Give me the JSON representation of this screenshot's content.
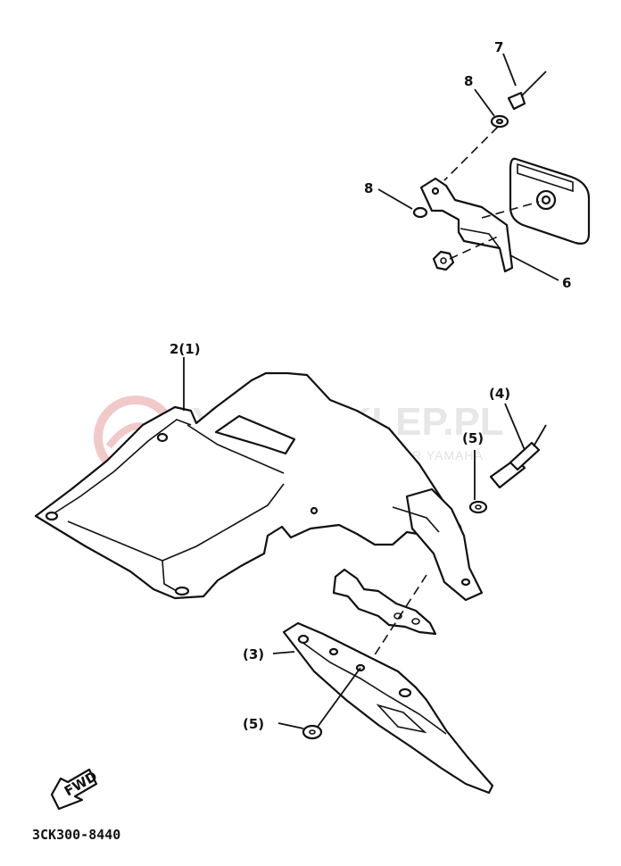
{
  "watermark": {
    "main": "YAMA-SKLEP.PL",
    "sub": "WYŁĄCZNIE OFICJALNY DEALER YAMAHA"
  },
  "labels": {
    "p7": "7",
    "p8_top": "8",
    "p8_mid": "8",
    "p6": "6",
    "p2_1": "2(1)",
    "p4": "(4)",
    "p5_right": "(5)",
    "p3": "(3)",
    "p5_bottom": "(5)"
  },
  "fwd_arrow": "FWD",
  "diagram_code": "3CK300-8440"
}
